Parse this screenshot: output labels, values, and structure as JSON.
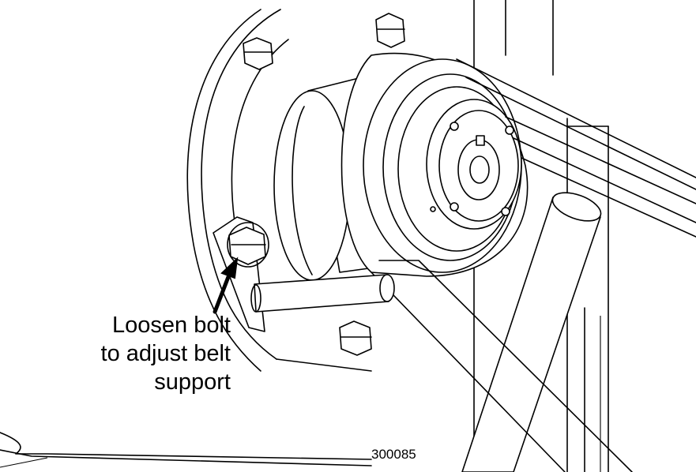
{
  "callout": {
    "lines": [
      "Loosen bolt",
      "to adjust belt",
      "support"
    ]
  },
  "figure_number": "300085",
  "icons": {
    "arrow": "callout-arrow-icon"
  }
}
